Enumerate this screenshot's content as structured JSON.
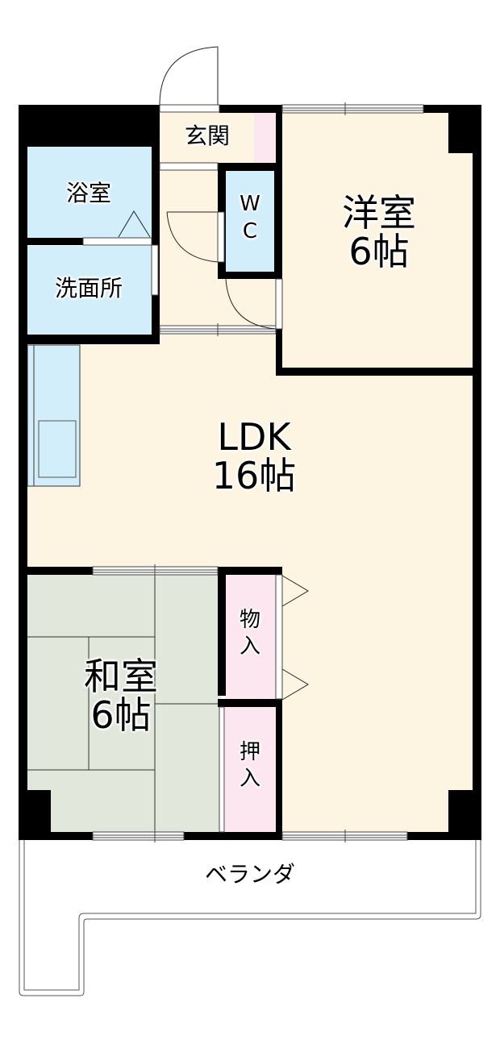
{
  "floorplan": {
    "colors": {
      "wall": "#000000",
      "living_floor": "#fdf5e2",
      "wet_area": "#d3eefb",
      "storage": "#fce6ef",
      "tatami": "#e1e7da",
      "balcony": "#ffffff"
    },
    "rooms": {
      "genkan": {
        "name": "玄関"
      },
      "bath": {
        "name": "浴室"
      },
      "washroom": {
        "name": "洗面所"
      },
      "wc": {
        "line1": "W",
        "line2": "C"
      },
      "western": {
        "name": "洋室",
        "size": "6帖"
      },
      "ldk": {
        "name": "LDK",
        "size": "16帖"
      },
      "japanese": {
        "name": "和室",
        "size": "6帖"
      },
      "storage_closet": {
        "line1": "物",
        "line2": "入"
      },
      "oshiire": {
        "line1": "押",
        "line2": "入"
      },
      "balcony": {
        "name": "ベランダ"
      }
    }
  }
}
